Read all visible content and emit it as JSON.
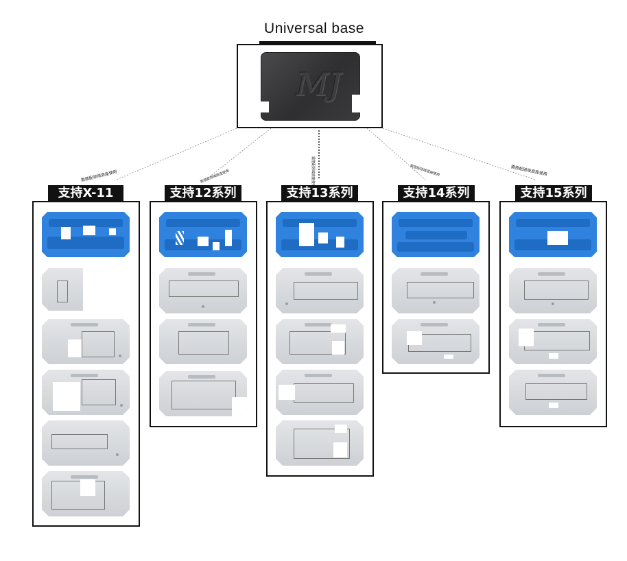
{
  "header": {
    "title": "Universal base",
    "base_emblem": "MJ"
  },
  "connectors": [
    {
      "label": "需搭配领域底座使用"
    },
    {
      "label": "需搭配领域底座使用"
    },
    {
      "label": "需搭配领域底座使用"
    },
    {
      "label": "需搭配领域底座使用"
    },
    {
      "label": "需搭配磁吸底座使用"
    }
  ],
  "columns": [
    {
      "label": "支持X-11"
    },
    {
      "label": "支持12系列"
    },
    {
      "label": "支持13系列"
    },
    {
      "label": "支持14系列"
    },
    {
      "label": "支持15系列"
    }
  ],
  "colors": {
    "blue_plate": "#2f82de",
    "silver_plate": "#d6d8db",
    "border": "#111111"
  }
}
